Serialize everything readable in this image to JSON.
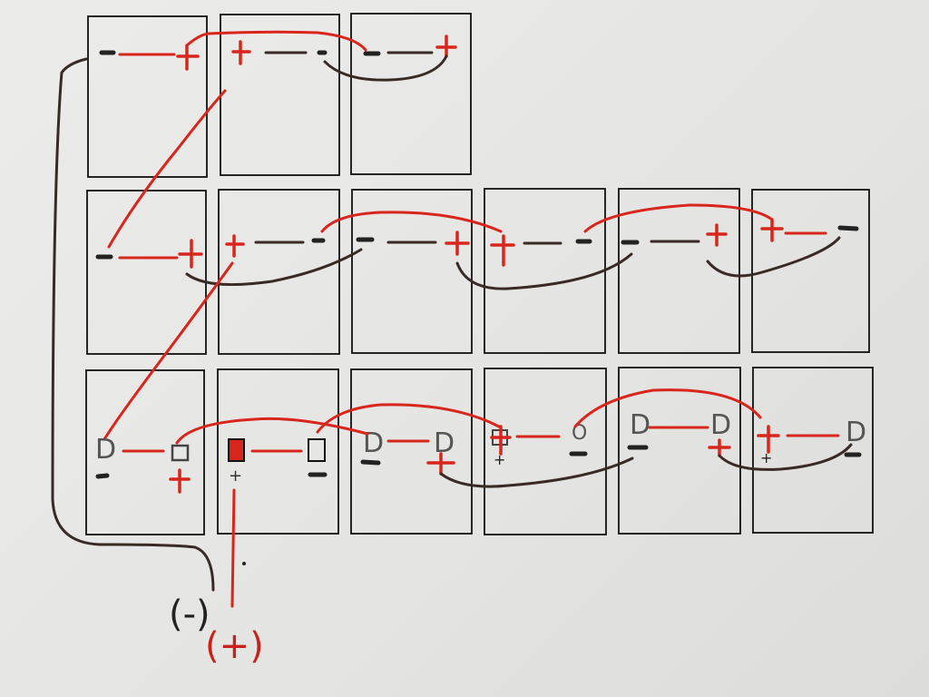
{
  "diagram": {
    "title": "",
    "description": "Hand-drawn battery cell wiring diagram: 3 rows of rectangular cells (3, 6, 6) with +/- terminals connected in series",
    "colors": {
      "positive": "#d8261c",
      "negative": "#222222",
      "wire_dark": "#3a2a26",
      "paper": "#e8e8e6"
    },
    "rows": [
      {
        "name": "row-1",
        "cells": 3
      },
      {
        "name": "row-2",
        "cells": 6
      },
      {
        "name": "row-3",
        "cells": 6
      }
    ],
    "terminals": {
      "negative_label": "(-)",
      "positive_label": "(+)"
    }
  }
}
